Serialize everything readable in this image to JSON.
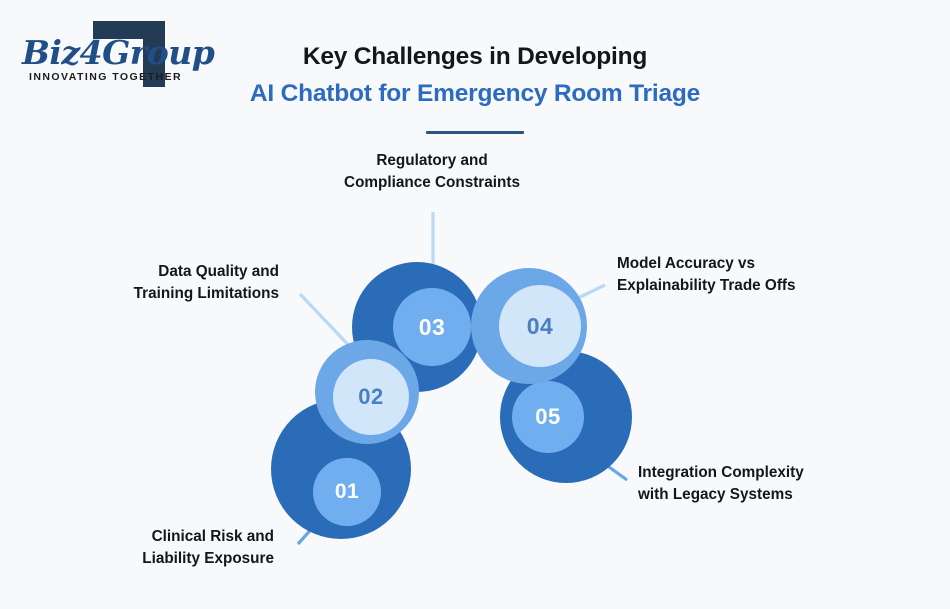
{
  "background_color": "#f7f9fb",
  "logo": {
    "wordmark": "Biz4Group",
    "tagline": "INNOVATING TOGETHER",
    "mark_color": "#243b55",
    "wordmark_color": "#1f4f86"
  },
  "heading": {
    "line1": "Key Challenges in Developing",
    "line2": "AI Chatbot for Emergency Room Triage",
    "line1_color": "#14161a",
    "line2_color": "#2c6bbf",
    "divider_color": "#2a5580"
  },
  "diagram": {
    "connector_color": "#b9d9f5",
    "nodes": [
      {
        "number": "01",
        "label_line1": "Clinical Risk and",
        "label_line2": "Liability Exposure",
        "outer_color": "#2b6cb8",
        "inner_color": "#70aef0",
        "number_color": "#ffffff"
      },
      {
        "number": "02",
        "label_line1": "Data Quality and",
        "label_line2": "Training Limitations",
        "outer_color": "#6ca8e8",
        "inner_color": "#d2e6fa",
        "number_color": "#4a7fc1"
      },
      {
        "number": "03",
        "label_line1": "Regulatory and",
        "label_line2": "Compliance Constraints",
        "outer_color": "#2b6cb8",
        "inner_color": "#70aef0",
        "number_color": "#ffffff"
      },
      {
        "number": "04",
        "label_line1": "Model Accuracy vs",
        "label_line2": "Explainability Trade Offs",
        "outer_color": "#6ca8e8",
        "inner_color": "#d2e6fa",
        "number_color": "#4a7fc1"
      },
      {
        "number": "05",
        "label_line1": "Integration Complexity",
        "label_line2": "with Legacy Systems",
        "outer_color": "#2b6cb8",
        "inner_color": "#70aef0",
        "number_color": "#ffffff"
      }
    ]
  }
}
